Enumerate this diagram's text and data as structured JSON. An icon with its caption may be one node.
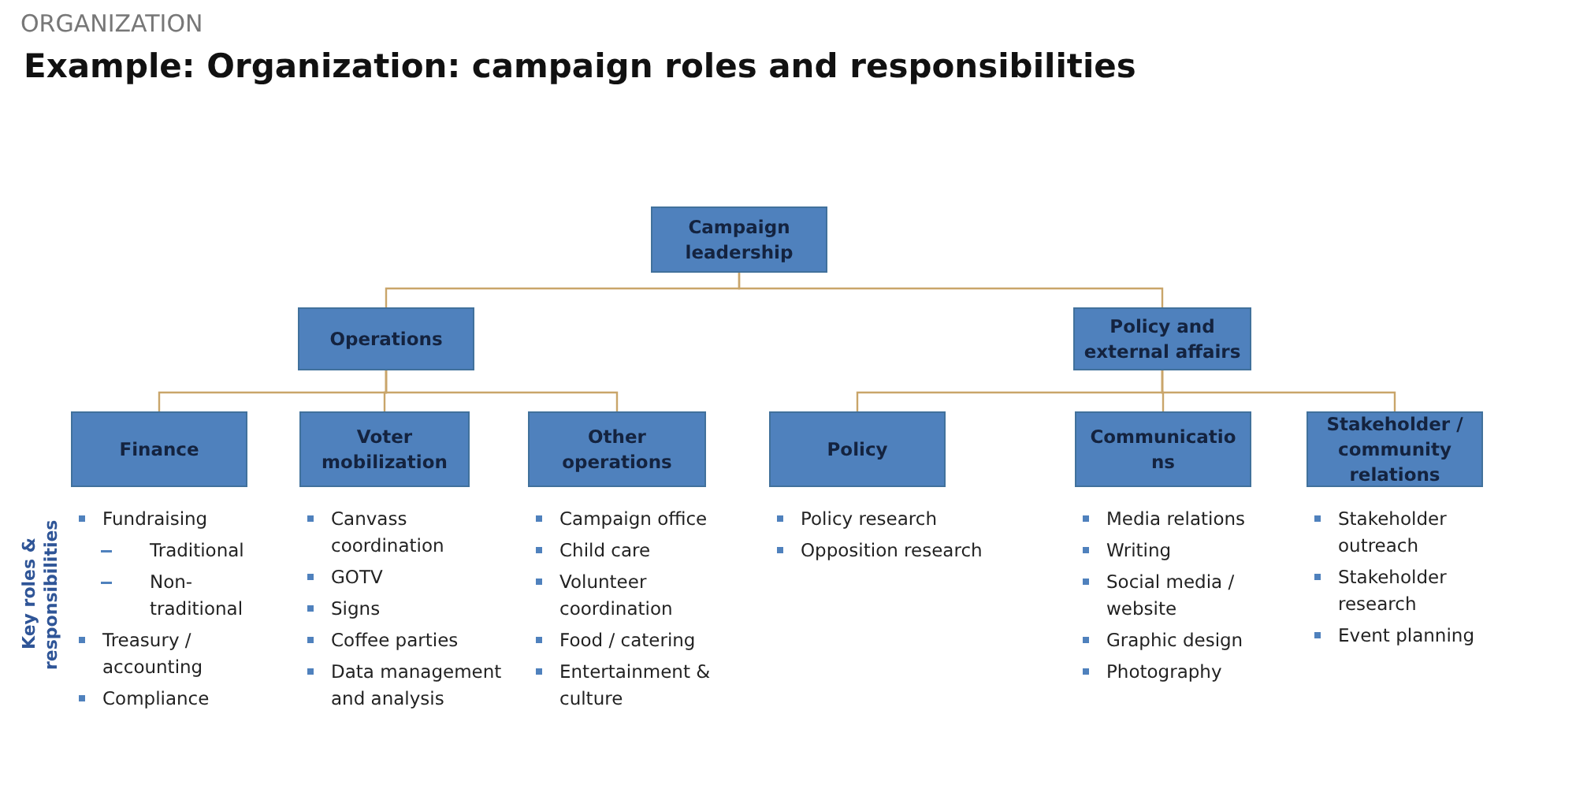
{
  "diagram": {
    "title": "Example: Organization: campaign roles and responsibilities",
    "nodes": [
      {
        "text": [
          "Campaign leadership"
        ]
      },
      {
        "text": [
          "Operations"
        ]
      },
      {
        "text": [
          "Policy and external affairs"
        ]
      },
      {
        "text": [
          "Finance"
        ],
        "beside": [
          "Fundraising",
          "Traditional",
          "Non-traditional",
          "Treasury / accounting",
          "Compliance"
        ]
      },
      {
        "text": [
          "Voter mobilization"
        ],
        "beside": [
          "Canvass coordination",
          "GOTV",
          "Signs",
          "Coffee parties",
          "Data management and analysis"
        ]
      },
      {
        "text": [
          "Other operations"
        ],
        "beside": [
          "Campaign office",
          "Child care",
          "Volunteer coordination",
          "Food / catering",
          "Entertainment & culture"
        ]
      },
      {
        "text": [
          "Policy"
        ],
        "beside": [
          "Policy research",
          "Opposition research"
        ]
      },
      {
        "text": [
          "Communications"
        ],
        "beside": [
          "Media relations",
          "Writing",
          "Social media / website",
          "Graphic design",
          "Photography"
        ]
      },
      {
        "text": [
          "Stakeholder / community relations"
        ],
        "beside": [
          "Stakeholder outreach",
          "Stakeholder research",
          "Event planning"
        ]
      }
    ],
    "edges": [
      {
        "from": 0,
        "to": 1,
        "arrow": "none"
      },
      {
        "from": 0,
        "to": 2,
        "arrow": "none"
      },
      {
        "from": 1,
        "to": 3,
        "arrow": "none"
      },
      {
        "from": 1,
        "to": 4,
        "arrow": "none"
      },
      {
        "from": 1,
        "to": 5,
        "arrow": "none"
      },
      {
        "from": 2,
        "to": 6,
        "arrow": "none"
      },
      {
        "from": 2,
        "to": 7,
        "arrow": "none"
      },
      {
        "from": 2,
        "to": 8,
        "arrow": "none"
      }
    ],
    "labels": [
      "ORGANIZATION",
      "Key roles & responsibilities"
    ]
  }
}
